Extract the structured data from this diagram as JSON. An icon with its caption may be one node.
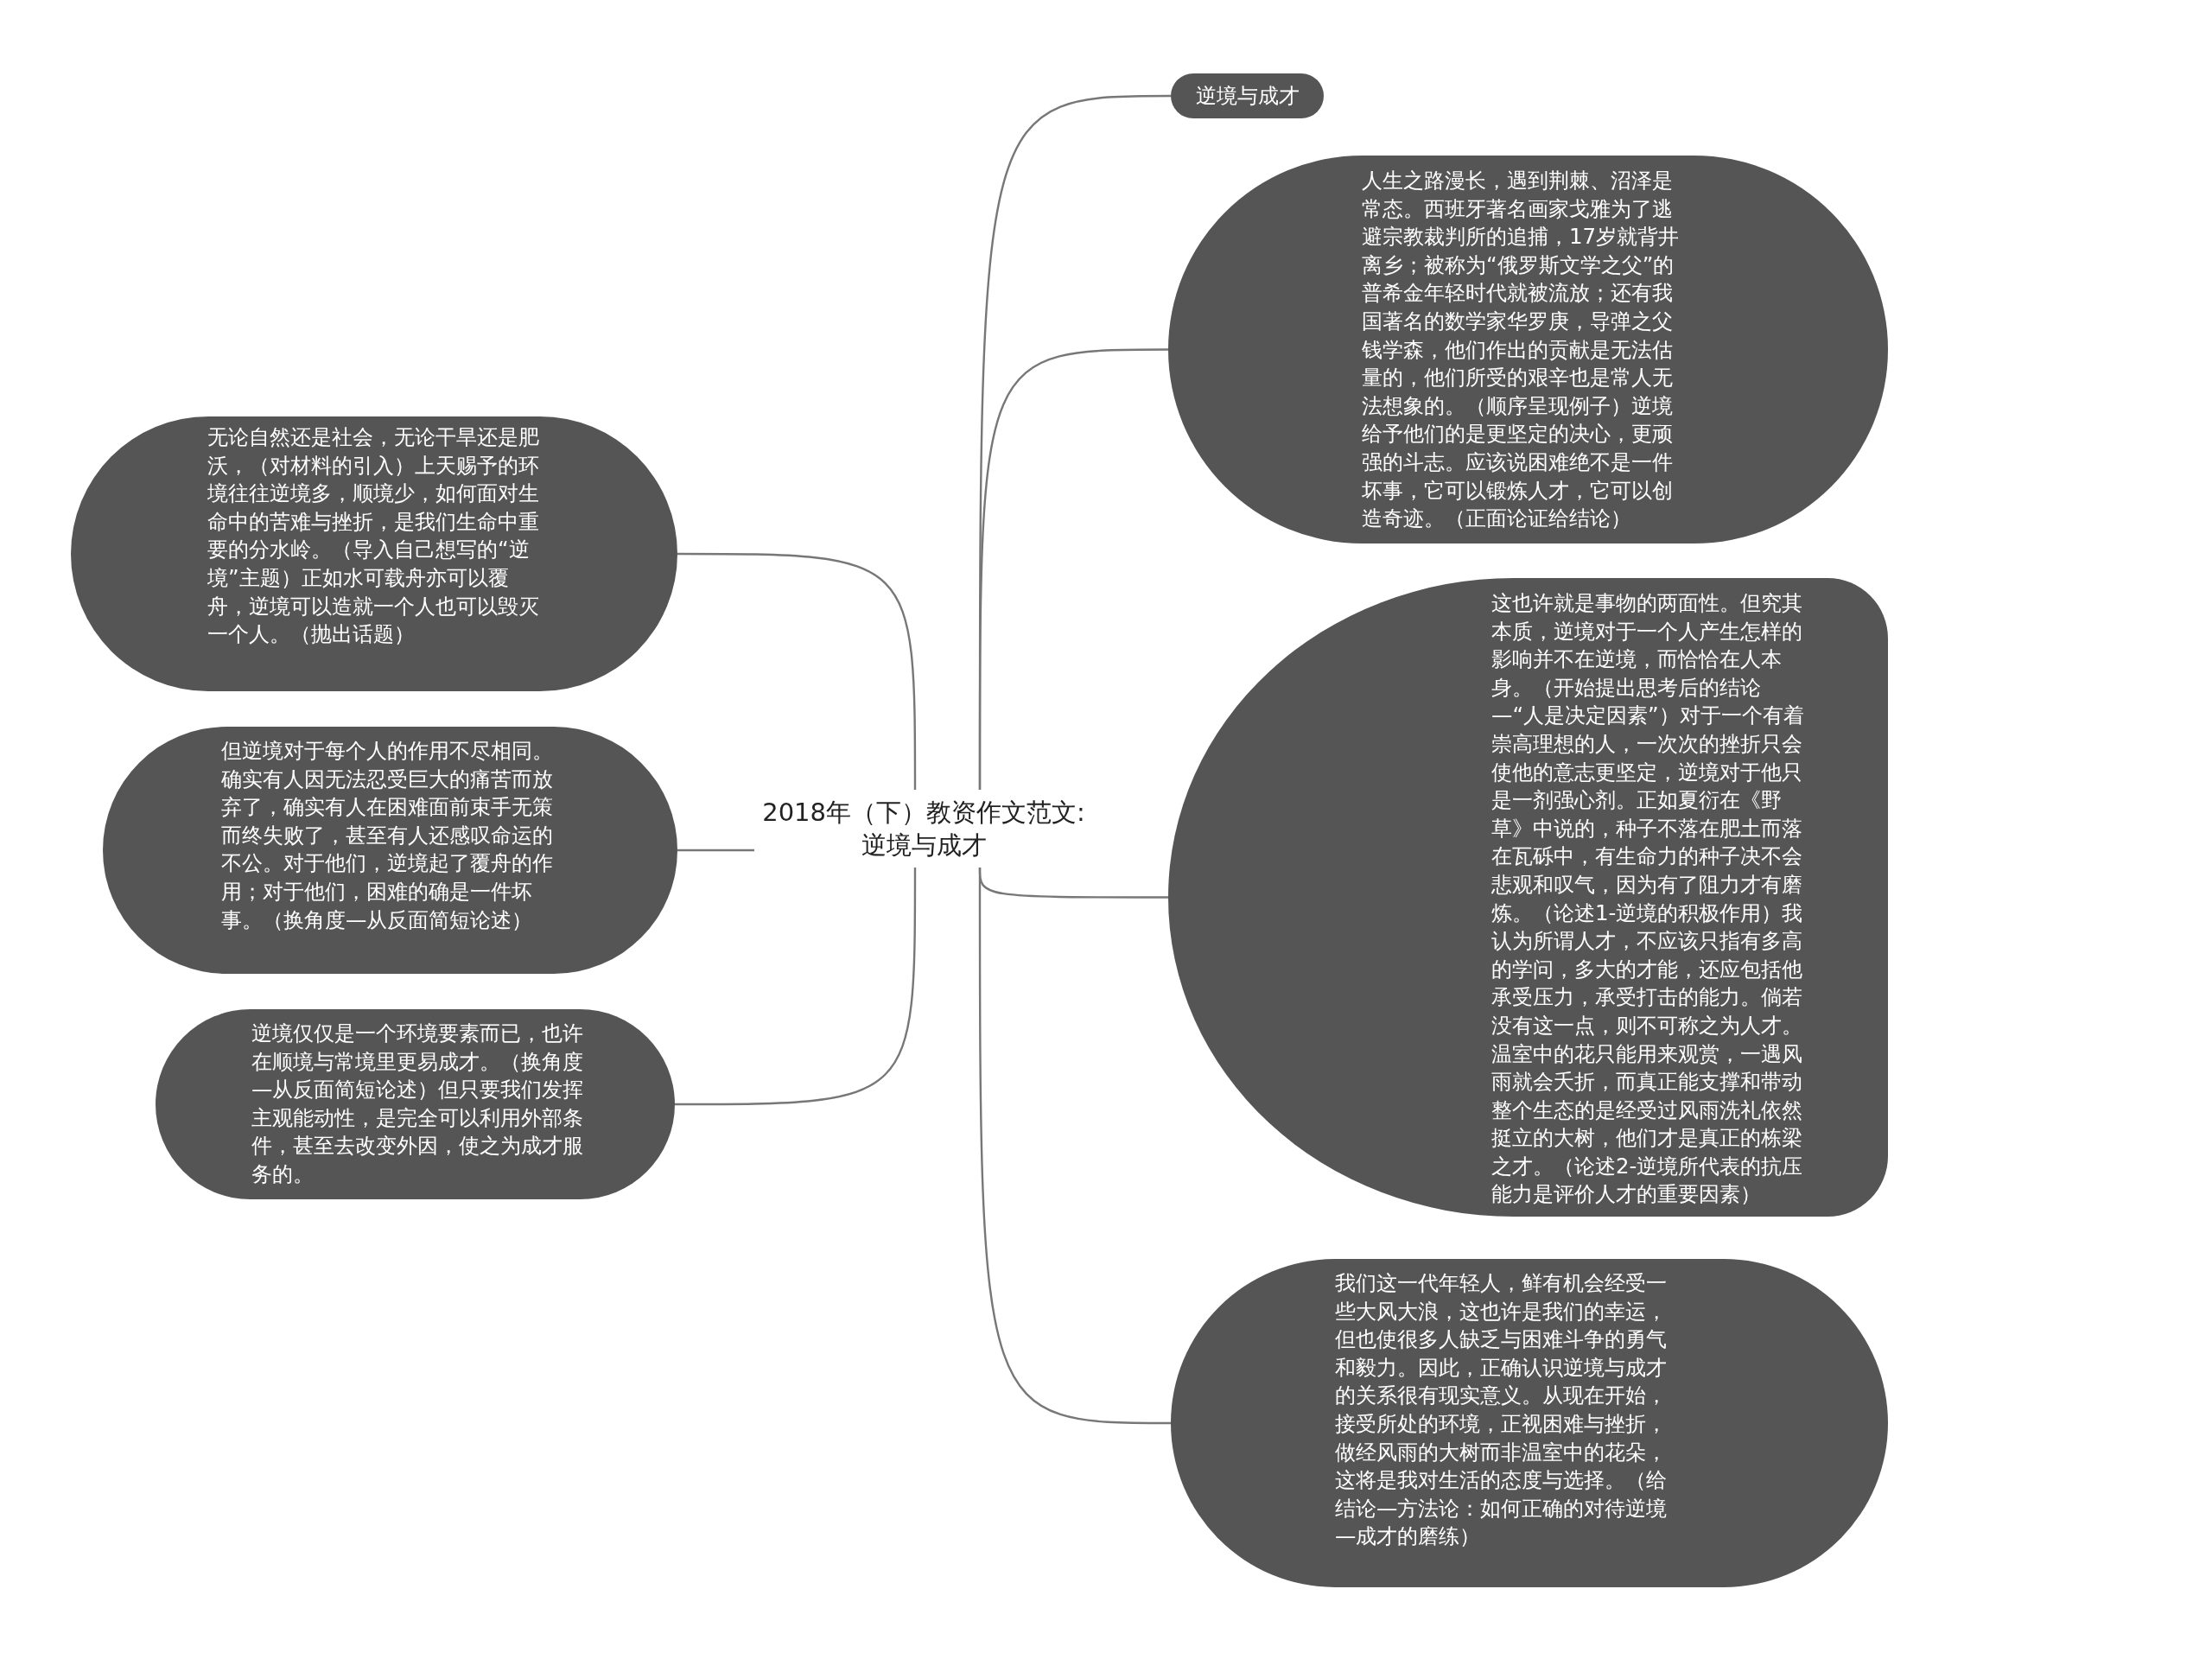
{
  "diagram": {
    "nodes": [
      {
        "text": [
          "2018年（下）教资作文范文:逆境与成才"
        ]
      },
      {
        "text": [
          "逆境与成才"
        ]
      },
      {
        "text": [
          "人生之路漫长，遇到荆棘、沼泽是常态。西班牙著名画家戈雅为了逃避宗教裁判所的追捕，17岁就背井离乡；被称为“俄罗斯文学之父”的普希金年轻时代就被流放；还有我国著名的数学家华罗庚，导弹之父钱学森，他们作出的贡献是无法估量的，他们所受的艰辛也是常人无法想象的。（顺序呈现例子）逆境给予他们的是更坚定的决心，更顽强的斗志。应该说困难绝不是一件坏事，它可以锻炼人才，它可以创造奇迹。（正面论证给结论）"
        ]
      },
      {
        "text": [
          "这也许就是事物的两面性。但究其本质，逆境对于一个人产生怎样的影响并不在逆境，而恰恰在人本身。（开始提出思考后的结论—“人是决定因素”）对于一个有着崇高理想的人，一次次的挫折只会使他的意志更坚定，逆境对于他只是一剂强心剂。正如夏衍在《野草》中说的，种子不落在肥土而落在瓦砾中，有生命力的种子决不会悲观和叹气，因为有了阻力才有磨炼。（论述1-逆境的积极作用）我认为所谓人才，不应该只指有多高的学问，多大的才能，还应包括他承受压力，承受打击的能力。倘若没有这一点，则不可称之为人才。温室中的花只能用来观赏，一遇风雨就会夭折，而真正能支撑和带动整个生态的是经受过风雨洗礼依然挺立的大树，他们才是真正的栋梁之才。（论述2-逆境所代表的抗压能力是评价人才的重要因素）"
        ]
      },
      {
        "text": [
          "我们这一代年轻人，鲜有机会经受一些大风大浪，这也许是我们的幸运，但也使很多人缺乏与困难斗争的勇气和毅力。因此，正确认识逆境与成才的关系很有现实意义。从现在开始，接受所处的环境，正视困难与挫折，做经风雨的大树而非温室中的花朵，这将是我对生活的态度与选择。（给结论—方法论：如何正确的对待逆境—成才的磨练）"
        ]
      },
      {
        "text": [
          "无论自然还是社会，无论干旱还是肥沃，（对材料的引入）上天赐予的环境往往逆境多，顺境少，如何面对生命中的苦难与挫折，是我们生命中重要的分水岭。（导入自己想写的“逆境”主题）正如水可载舟亦可以覆舟，逆境可以造就一个人也可以毁灭一个人。（抛出话题）"
        ]
      },
      {
        "text": [
          "但逆境对于每个人的作用不尽相同。确实有人因无法忍受巨大的痛苦而放弃了，确实有人在困难面前束手无策而终失败了，甚至有人还感叹命运的不公。对于他们，逆境起了覆舟的作用；对于他们，困难的确是一件坏事。（换角度—从反面简短论述）"
        ]
      },
      {
        "text": [
          "逆境仅仅是一个环境要素而已，也许在顺境与常境里更易成才。（换角度—从反面简短论述）但只要我们发挥主观能动性，是完全可以利用外部条件，甚至去改变外因，使之为成才服务的。"
        ]
      }
    ],
    "edges": [
      {
        "from": 0,
        "to": 1,
        "arrow": "none"
      },
      {
        "from": 0,
        "to": 2,
        "arrow": "none"
      },
      {
        "from": 0,
        "to": 3,
        "arrow": "none"
      },
      {
        "from": 0,
        "to": 4,
        "arrow": "none"
      },
      {
        "from": 0,
        "to": 5,
        "arrow": "none"
      },
      {
        "from": 0,
        "to": 6,
        "arrow": "none"
      },
      {
        "from": 0,
        "to": 7,
        "arrow": "none"
      }
    ]
  }
}
